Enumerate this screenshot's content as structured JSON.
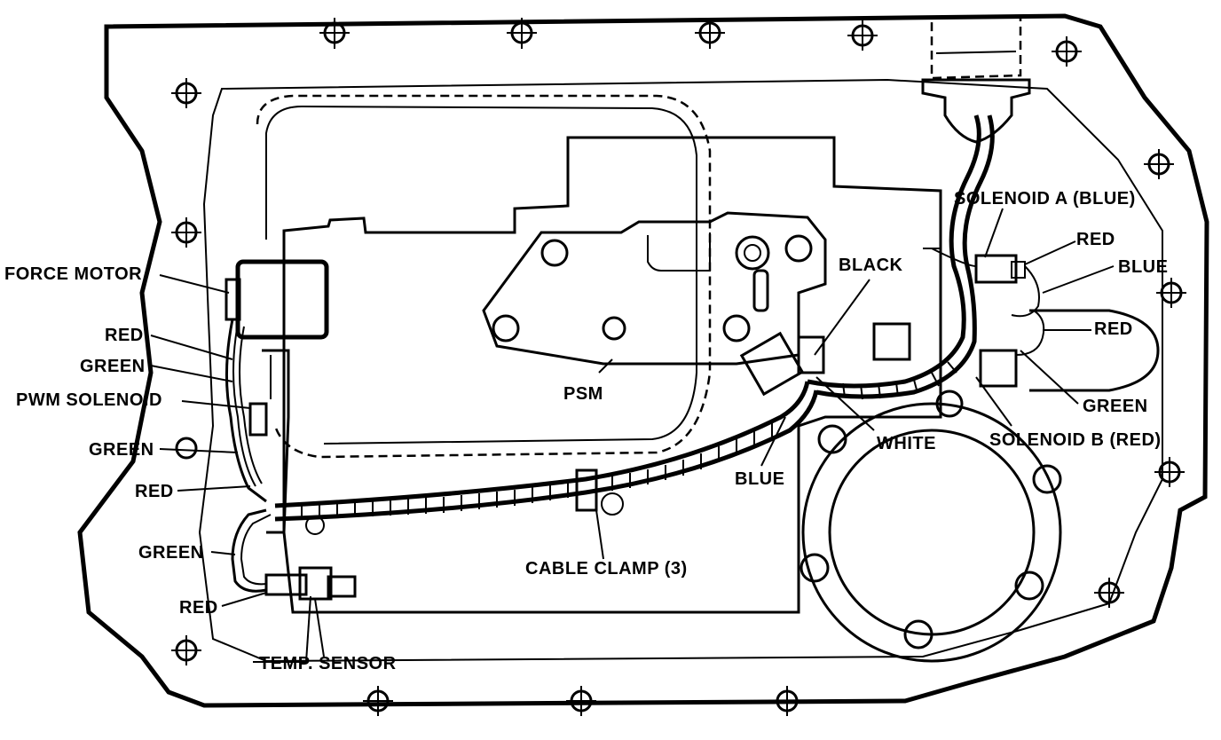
{
  "labels": {
    "force_motor": "FORCE MOTOR",
    "red_1": "RED",
    "green_1": "GREEN",
    "pwm_solenoid": "PWM SOLENOID",
    "green_2": "GREEN",
    "red_2": "RED",
    "green_3": "GREEN",
    "red_3": "RED",
    "temp_sensor": "TEMP. SENSOR",
    "psm": "PSM",
    "cable_clamp": "CABLE CLAMP (3)",
    "blue_bottom": "BLUE",
    "black": "BLACK",
    "solenoid_a": "SOLENOID A (BLUE)",
    "red_a": "RED",
    "blue_a": "BLUE",
    "red_right": "RED",
    "green_right": "GREEN",
    "white": "WHITE",
    "solenoid_b": "SOLENOID B (RED)"
  }
}
